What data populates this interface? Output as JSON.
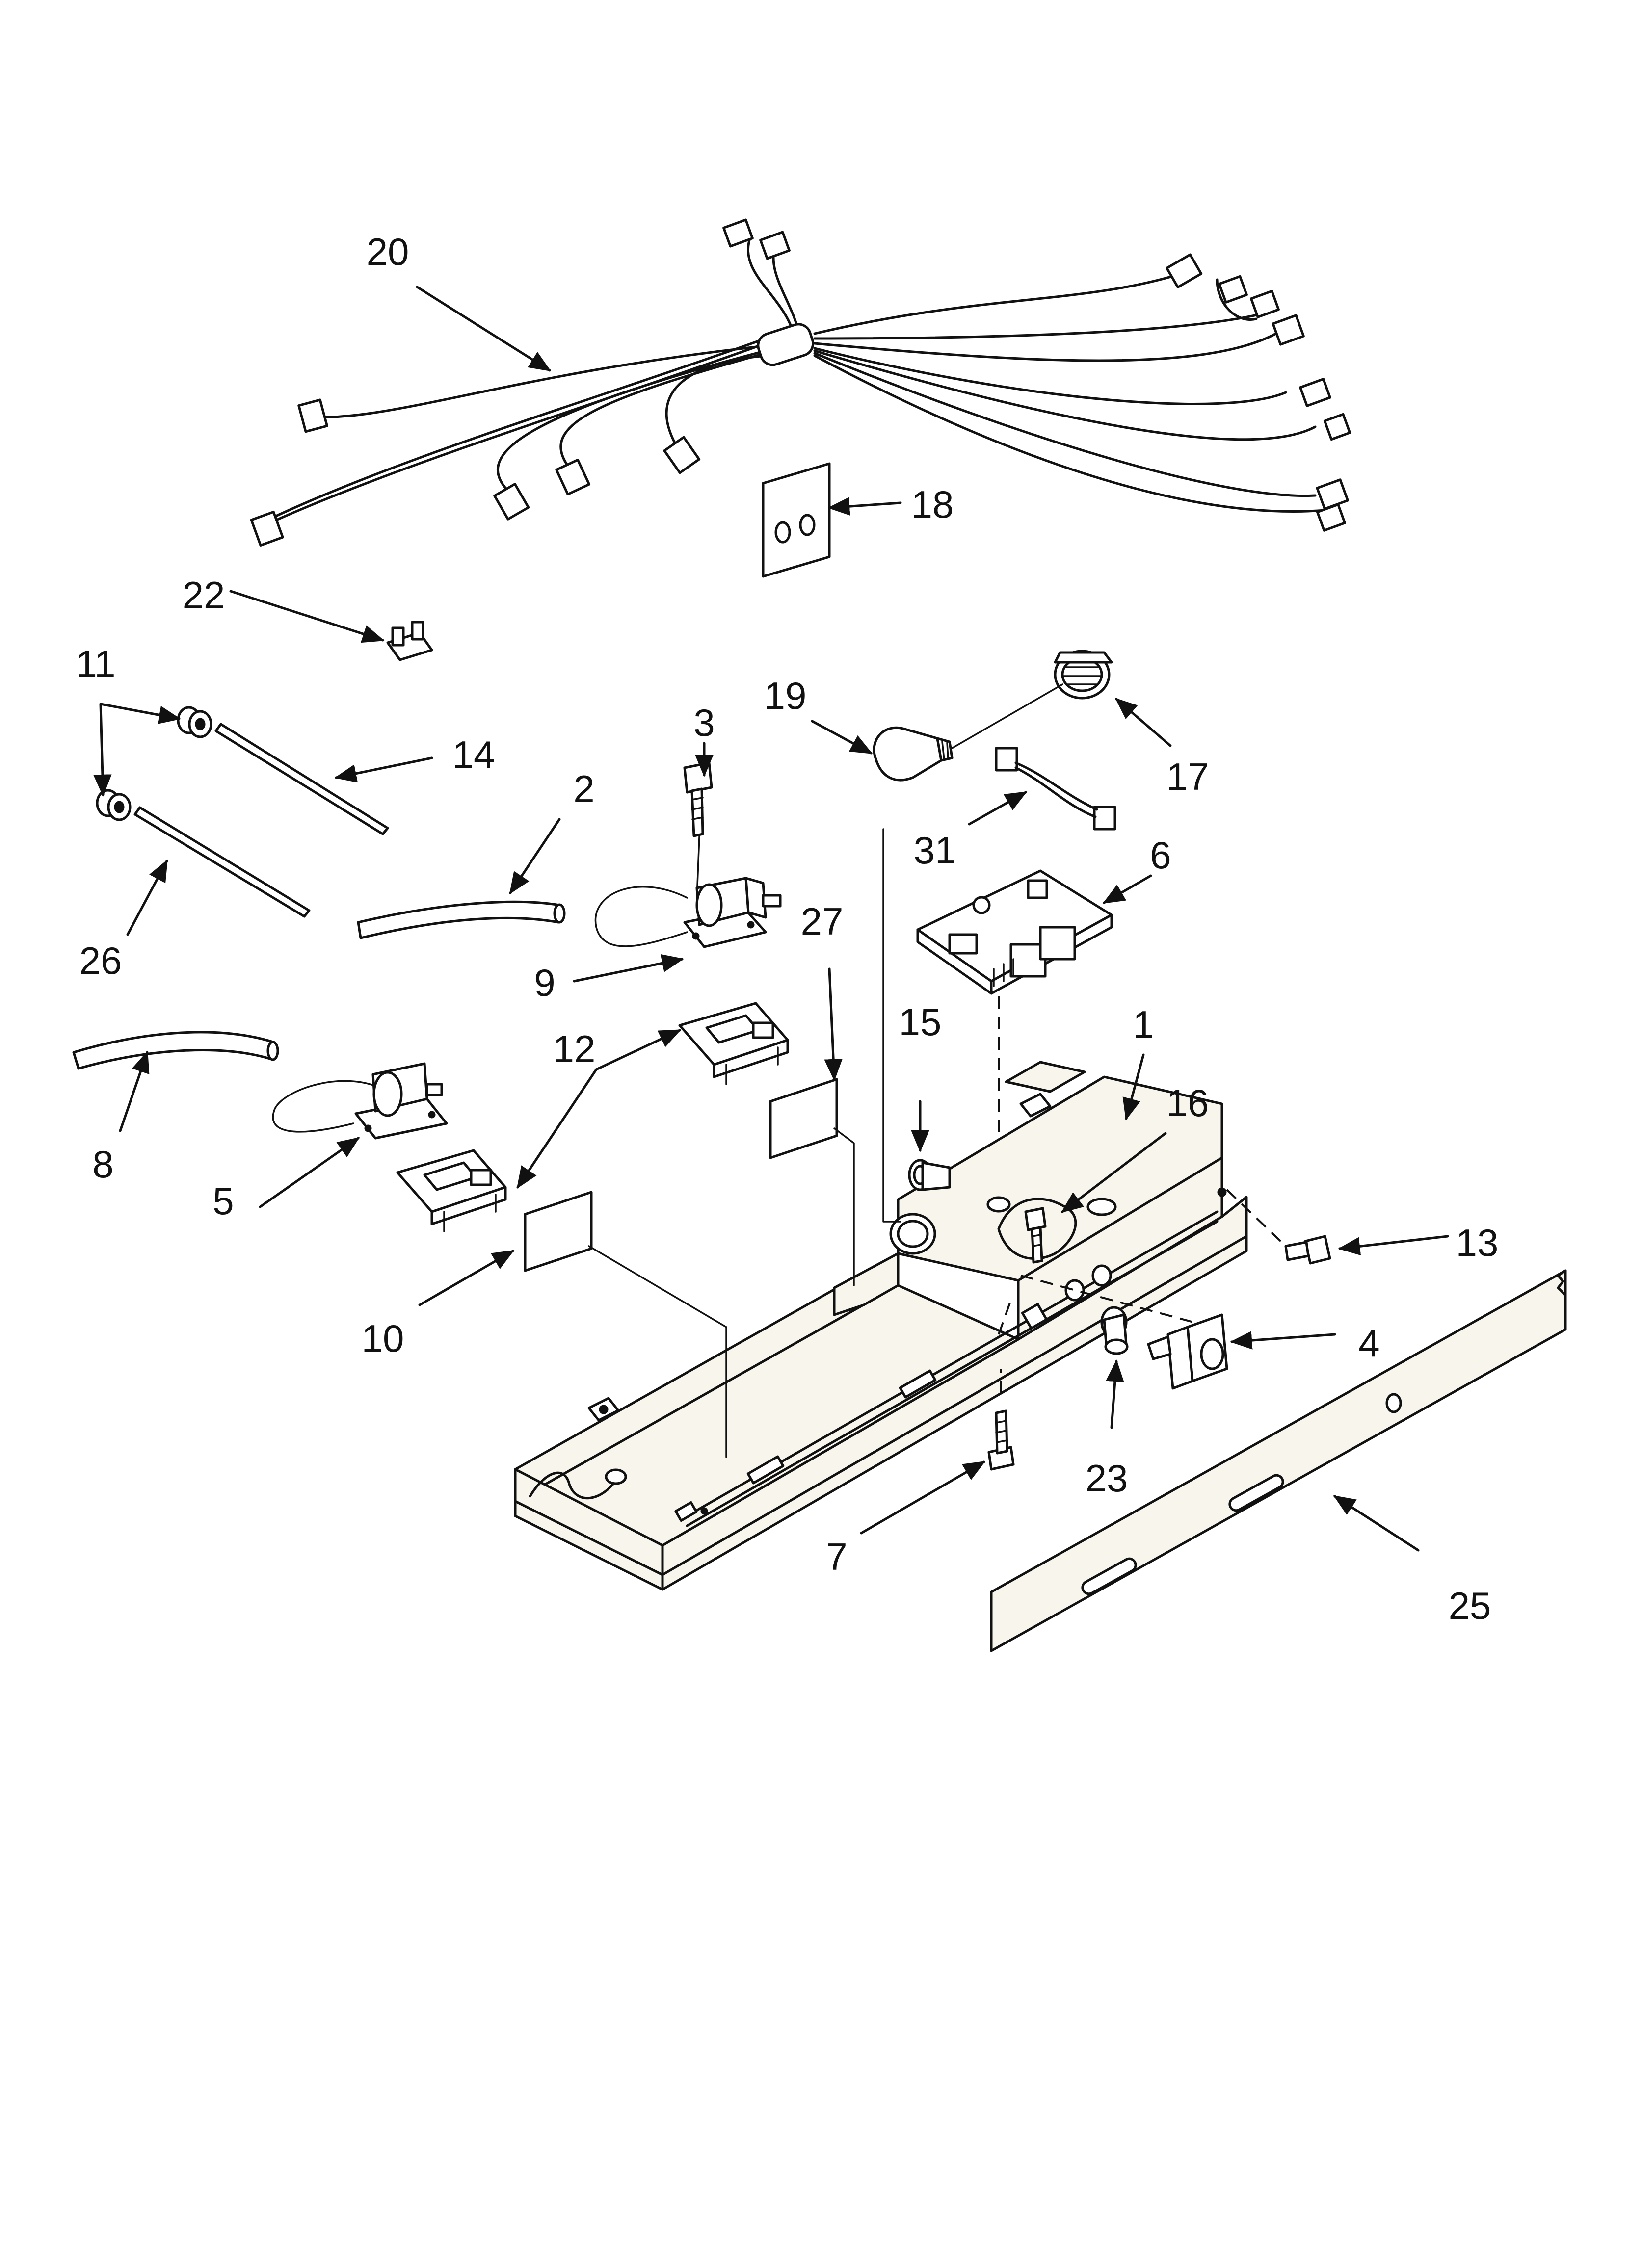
{
  "diagram": {
    "callouts": [
      "20",
      "18",
      "22",
      "11",
      "14",
      "26",
      "2",
      "3",
      "9",
      "19",
      "17",
      "31",
      "6",
      "27",
      "15",
      "1",
      "16",
      "12",
      "8",
      "5",
      "10",
      "13",
      "4",
      "23",
      "7",
      "25"
    ]
  }
}
